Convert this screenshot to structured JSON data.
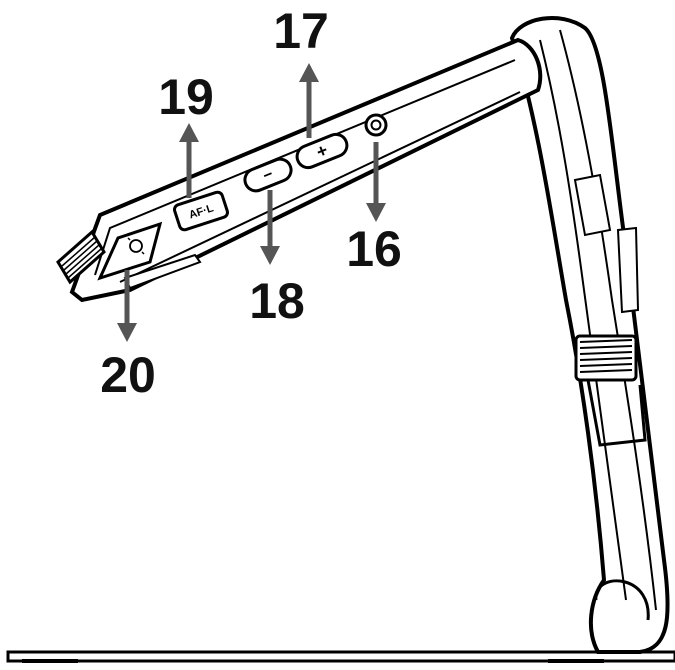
{
  "colors": {
    "outline": "#000000",
    "fill": "#ffffff",
    "arrow": "#555555",
    "label": "#111111"
  },
  "callouts": [
    {
      "number": "16",
      "target": "headphone-jack"
    },
    {
      "number": "17",
      "target": "zoom-in-button"
    },
    {
      "number": "18",
      "target": "zoom-out-button"
    },
    {
      "number": "19",
      "target": "af-lock-button"
    },
    {
      "number": "20",
      "target": "capture-button"
    }
  ],
  "buttons": {
    "af_lock_label": "AF·L",
    "zoom_in_symbol": "+",
    "zoom_out_symbol": "−"
  },
  "icons": {
    "capture": "camera-capture-icon",
    "jack": "headphone-jack-icon"
  }
}
